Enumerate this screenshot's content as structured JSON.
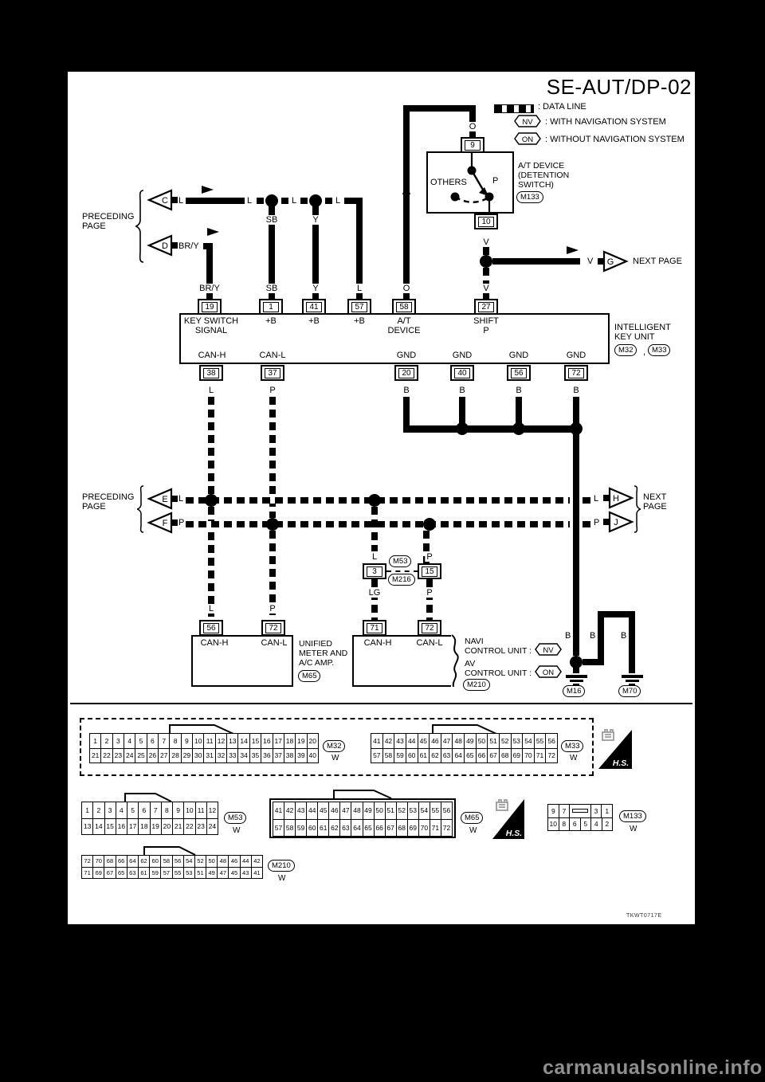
{
  "title": "SE-AUT/DP-02",
  "legend": {
    "data_line": ": DATA LINE",
    "nv": "NV",
    "with_nav": ": WITH NAVIGATION SYSTEM",
    "on": "ON",
    "without_nav": ": WITHOUT NAVIGATION SYSTEM"
  },
  "nav": {
    "preceding1": "PRECEDING",
    "preceding2": "PAGE",
    "next1": "NEXT",
    "next2": "PAGE",
    "next_page": "NEXT PAGE",
    "c": "C",
    "d": "D",
    "e": "E",
    "f": "F",
    "g": "G",
    "h": "H",
    "j": "J"
  },
  "wire": {
    "l": "L",
    "p": "P",
    "b": "B",
    "v": "V",
    "o": "O",
    "sb": "SB",
    "y": "Y",
    "bry": "BR/Y",
    "lg": "LG"
  },
  "term": {
    "n9": "9",
    "n10": "10",
    "n19": "19",
    "n1": "1",
    "n41": "41",
    "n57": "57",
    "n58": "58",
    "n27": "27",
    "n38": "38",
    "n37": "37",
    "n20": "20",
    "n40": "40",
    "n56": "56",
    "n72": "72",
    "n3": "3",
    "n15": "15",
    "n71": "71"
  },
  "at_device": {
    "line1": "A/T DEVICE",
    "line2": "(DETENTION",
    "line3": " SWITCH)",
    "conn": "M133",
    "others": "OTHERS",
    "p": "P"
  },
  "iku": {
    "line1": "INTELLIGENT",
    "line2": "KEY UNIT",
    "conn1": "M32",
    "sep": ",",
    "conn2": "M33",
    "key_switch1": "KEY SWITCH",
    "key_switch2": "SIGNAL",
    "plus_b": "+B",
    "at1": "A/T",
    "at2": "DEVICE",
    "shift1": "SHIFT",
    "shift2": "P",
    "can_h": "CAN-H",
    "can_l": "CAN-L",
    "gnd": "GND"
  },
  "inline_conn": {
    "m53": "M53",
    "m216": "M216"
  },
  "meter": {
    "line1": "UNIFIED",
    "line2": "METER AND",
    "line3": "A/C AMP.",
    "conn": "M65",
    "can_h": "CAN-H",
    "can_l": "CAN-L"
  },
  "navi": {
    "line1": "NAVI",
    "line2": "CONTROL UNIT :",
    "nv": "NV",
    "line3": "AV",
    "line4": "CONTROL UNIT :",
    "on": "ON",
    "conn": "M210",
    "can_h": "CAN-H",
    "can_l": "CAN-L"
  },
  "grounds": {
    "m16": "M16",
    "m70": "M70"
  },
  "hs": "H.S.",
  "connectors": {
    "m32": {
      "label": "M32",
      "color": "W",
      "rows": [
        [
          "1",
          "2",
          "3",
          "4",
          "5",
          "6",
          "7",
          "8",
          "9",
          "10",
          "11",
          "12",
          "13",
          "14",
          "15",
          "16",
          "17",
          "18",
          "19",
          "20"
        ],
        [
          "21",
          "22",
          "23",
          "24",
          "25",
          "26",
          "27",
          "28",
          "29",
          "30",
          "31",
          "32",
          "33",
          "34",
          "35",
          "36",
          "37",
          "38",
          "39",
          "40"
        ]
      ]
    },
    "m33": {
      "label": "M33",
      "color": "W",
      "rows": [
        [
          "41",
          "42",
          "43",
          "44",
          "45",
          "46",
          "47",
          "48",
          "49",
          "50",
          "51",
          "52",
          "53",
          "54",
          "55",
          "56"
        ],
        [
          "57",
          "58",
          "59",
          "60",
          "61",
          "62",
          "63",
          "64",
          "65",
          "66",
          "67",
          "68",
          "69",
          "70",
          "71",
          "72"
        ]
      ]
    },
    "m53": {
      "label": "M53",
      "color": "W",
      "rows": [
        [
          "1",
          "2",
          "3",
          "4",
          "5",
          "6",
          "7",
          "8",
          "9",
          "10",
          "11",
          "12"
        ],
        [
          "13",
          "14",
          "15",
          "16",
          "17",
          "18",
          "19",
          "20",
          "21",
          "22",
          "23",
          "24"
        ]
      ]
    },
    "m65": {
      "label": "M65",
      "color": "W",
      "rows": [
        [
          "41",
          "42",
          "43",
          "44",
          "45",
          "46",
          "47",
          "48",
          "49",
          "50",
          "51",
          "52",
          "53",
          "54",
          "55",
          "56"
        ],
        [
          "57",
          "58",
          "59",
          "60",
          "61",
          "62",
          "63",
          "64",
          "65",
          "66",
          "67",
          "68",
          "69",
          "70",
          "71",
          "72"
        ]
      ]
    },
    "m133": {
      "label": "M133",
      "color": "W",
      "rows": [
        [
          "9",
          "7",
          "SLOT",
          "3",
          "1"
        ],
        [
          "10",
          "8",
          "6",
          "5",
          "4",
          "2"
        ]
      ]
    },
    "m210": {
      "label": "M210",
      "color": "W",
      "rows": [
        [
          "72",
          "70",
          "68",
          "66",
          "64",
          "62",
          "60",
          "58",
          "56",
          "54",
          "52",
          "50",
          "48",
          "46",
          "44",
          "42"
        ],
        [
          "71",
          "69",
          "67",
          "65",
          "63",
          "61",
          "59",
          "57",
          "55",
          "53",
          "51",
          "49",
          "47",
          "45",
          "43",
          "41"
        ]
      ]
    }
  },
  "footer": {
    "code": "TKWT0717E",
    "watermark": "carmanualsonline.info"
  }
}
